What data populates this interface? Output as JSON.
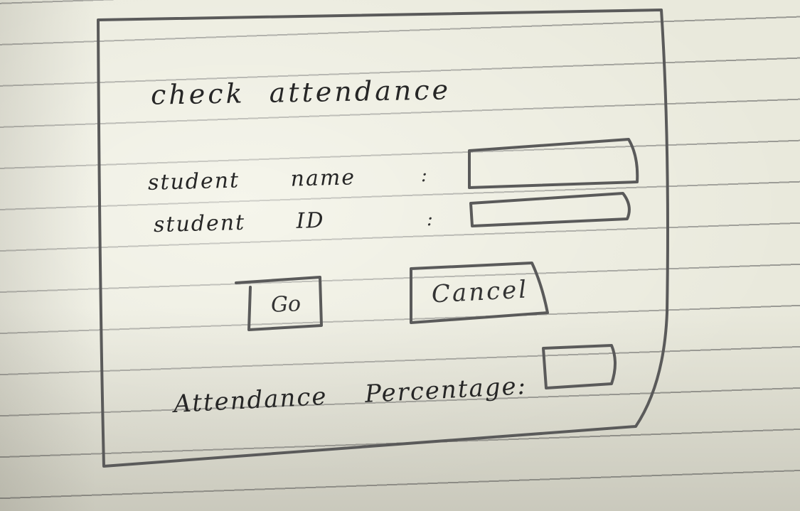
{
  "window": {
    "title": "check attendance"
  },
  "form": {
    "name_label": "student name",
    "id_label": "student ID",
    "name_separator": ":",
    "id_separator": ":",
    "name_value": "",
    "id_value": ""
  },
  "actions": {
    "go_label": "Go",
    "cancel_label": "Cancel"
  },
  "result": {
    "percentage_label": "Attendance Percentage:",
    "percentage_value": ""
  }
}
